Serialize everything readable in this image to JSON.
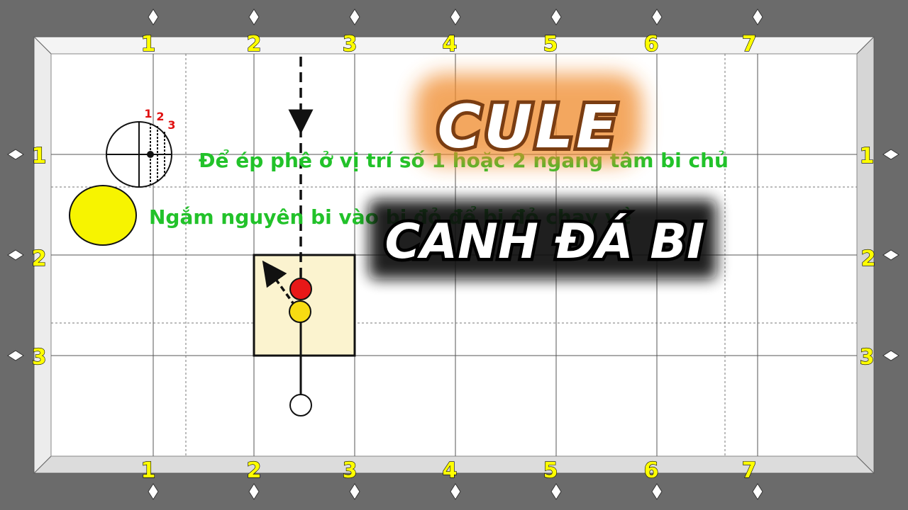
{
  "overlay": {
    "brand": "CULE",
    "title": "CANH ĐÁ BI"
  },
  "captions": {
    "line1": "Để ép phê ở vị trí số 1 hoặc 2 ngang tâm bi chủ",
    "line2": "Ngắm nguyên bi vào bi đỏ để bi đỏ chạy về"
  },
  "spin_diagram": {
    "labels": [
      "1",
      "2",
      "3"
    ]
  },
  "table": {
    "top_numbers": [
      "1",
      "2",
      "3",
      "4",
      "5",
      "6",
      "7"
    ],
    "bottom_numbers": [
      "1",
      "2",
      "3",
      "4",
      "5",
      "6",
      "7"
    ],
    "left_numbers": [
      "1",
      "2",
      "3"
    ],
    "right_numbers": [
      "1",
      "2",
      "3"
    ],
    "colors": {
      "frame": "#6b6b6b",
      "rail": "#f0f0f0",
      "cloth": "#ffffff",
      "highlight_box": "#fbf3cf",
      "red_ball": "#e81818",
      "yellow_ball": "#f7dc12",
      "cue_ball": "#ffffff",
      "caption_text": "#22c22a"
    }
  }
}
